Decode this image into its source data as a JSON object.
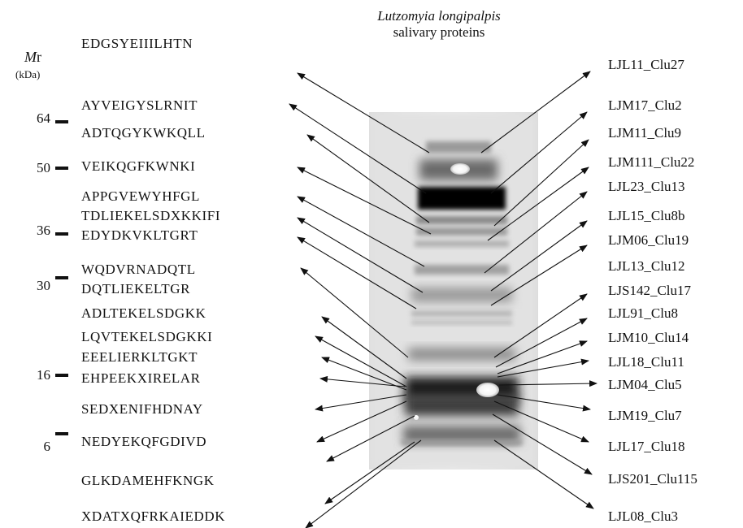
{
  "title": {
    "line1": "Lutzomyia longipalpis",
    "line2": "salivary proteins"
  },
  "mr_axis": {
    "label_italic": "M",
    "label_sub": "r",
    "unit": "(kDa)",
    "markers": [
      "64",
      "50",
      "36",
      "30",
      "16",
      "6"
    ]
  },
  "sequences": [
    "EDGSYEIIILHTN",
    "AYVEIGYSLRNIT",
    "ADTQGYKWKQLL",
    "VEIKQGFKWNKI",
    "APPGVEWYHFGL",
    "TDLIEKELSDXKKIFI",
    "EDYDKVKLTGRT",
    "WQDVRNADQTL",
    "DQTLIEKELTGR",
    "ADLTEKELSDGKK",
    "LQVTEKELSDGKKI",
    "EEELIERKLTGKT",
    "EHPEEKXIRELAR",
    "SEDXENIFHDNAY",
    "NEDYEKQFGDIVD",
    "GLKDAMEHFKNGK",
    "XDATXQFRKAIEDDK"
  ],
  "proteins": [
    "LJL11_Clu27",
    "LJM17_Clu2",
    "LJM11_Clu9",
    "LJM111_Clu22",
    "LJL23_Clu13",
    "LJL15_Clu8b",
    "LJM06_Clu19",
    "LJL13_Clu12",
    "LJS142_Clu17",
    "LJL91_Clu8",
    "LJM10_Clu14",
    "LJL18_Clu11",
    "LJM04_Clu5",
    "LJM19_Clu7",
    "LJL17_Clu18",
    "LJS201_Clu115",
    "LJL08_Clu3"
  ],
  "colors": {
    "ink": "#111111",
    "gel_background": "#e6e6e6",
    "band_dark": "#0a0a0a"
  }
}
